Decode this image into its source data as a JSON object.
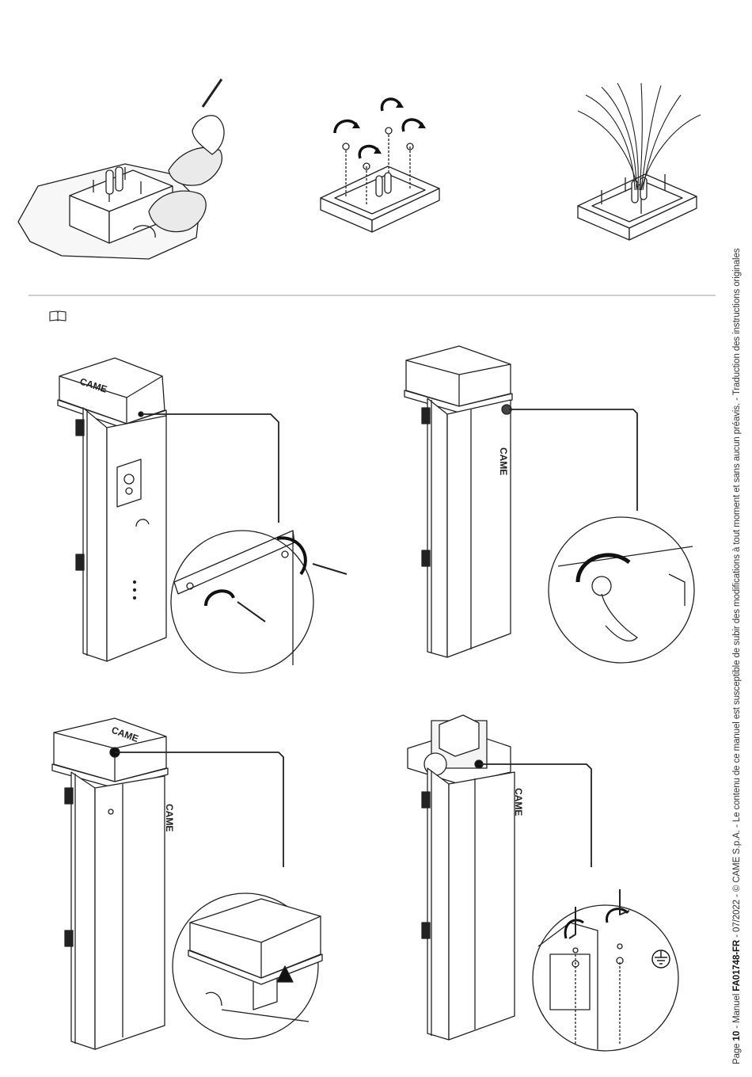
{
  "footer": {
    "page_prefix": "Page ",
    "page_number": "10",
    "manual_prefix": " - Manuel ",
    "manual_code": "FA01748-FR",
    "rest": " - 07/2022 - © CAME S.p.A. - Le contenu de ce manuel est susceptible de subir des modifications à tout moment et sans aucun préavis. - Traduction des instructions originales"
  },
  "brand_label": "CAME",
  "icons": [
    "book-icon",
    "ground-symbol-icon"
  ]
}
